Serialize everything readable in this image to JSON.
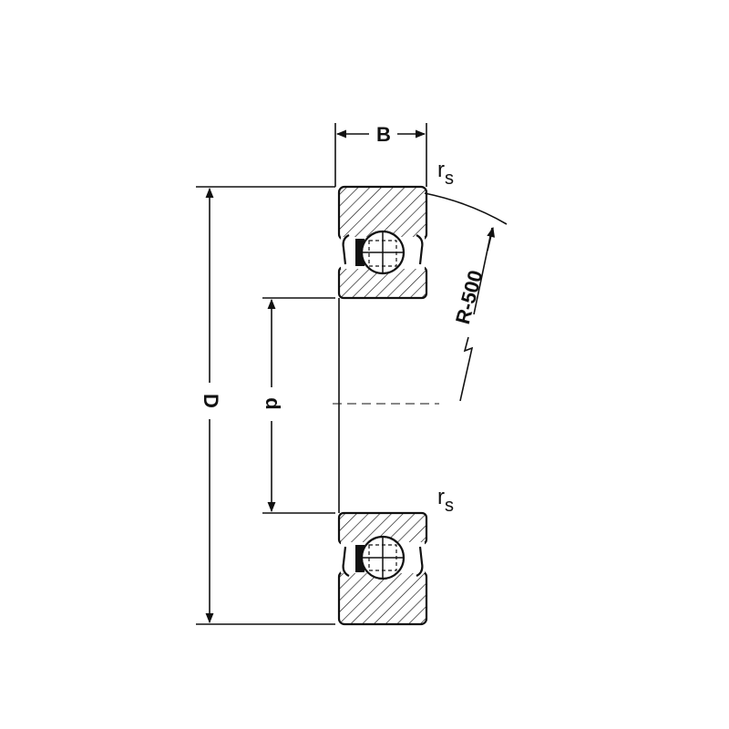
{
  "diagram": {
    "type": "deep groove ball bearing cross-section",
    "labels": {
      "width": "B",
      "outer_diameter": "D",
      "inner_diameter": "d",
      "radius_top_main": "r",
      "radius_top_sub": "s",
      "radius_bottom_main": "r",
      "radius_bottom_sub": "s",
      "curvature_radius": "R-500"
    },
    "colors": {
      "line": "#111111",
      "background": "#ffffff"
    }
  }
}
